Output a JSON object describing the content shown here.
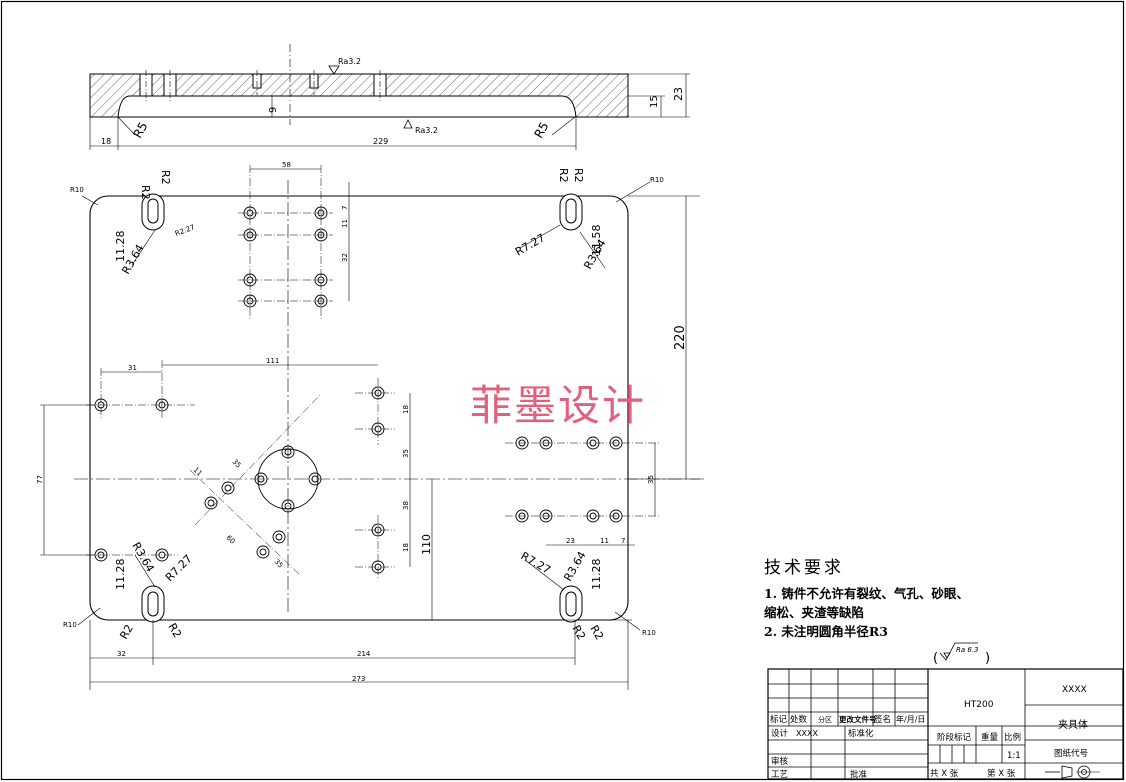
{
  "watermark": "菲墨设计",
  "technical_requirements": {
    "heading": "技术要求",
    "items": [
      "1. 铸件不允许有裂纹、气孔、砂眼、",
      "缩松、夹渣等缺陷",
      "2. 未注明圆角半径R3"
    ]
  },
  "roughness_default": "Ra 6.3",
  "section_view": {
    "roughness_top": "Ra3.2",
    "roughness_bottom": "Ra3.2",
    "dims": {
      "left": "18",
      "length": "229",
      "thickness": "23",
      "step": "15",
      "depth": "9",
      "radius_left": "R5",
      "radius_right": "R5"
    }
  },
  "plan_view": {
    "dims": {
      "total_width": "273",
      "slot_span": "214",
      "left_offset": "32",
      "top_offset": "58",
      "height": "220",
      "lower_height": "110",
      "left_span": "77",
      "hole_row": "111",
      "hole_col": "31",
      "v1": "7",
      "v2": "11",
      "v3": "32",
      "v4": "18",
      "v5": "35",
      "v6": "38",
      "v7": "18",
      "right_a": "23",
      "right_b": "11",
      "right_c": "7",
      "right_d": "35",
      "diag_a": "11",
      "diag_b": "35",
      "diag_c": "60",
      "diag_d": "35",
      "corner_radius": "R10",
      "tl_r1": "R2",
      "tl_r2": "R2",
      "tl_len": "11.28",
      "tl_r3": "R3.64",
      "tl_r4": "R2.27",
      "tr_r1": "R2",
      "tr_r2": "R2",
      "tr_r3": "R7.27",
      "tr_len": "11.58",
      "tr_r4": "R3.64",
      "bl_len": "11.28",
      "bl_r1": "R3.64",
      "bl_r2": "R7.27",
      "bl_r3": "R2",
      "bl_r4": "R2",
      "br_r1": "R7.27",
      "br_r2": "R3.64",
      "br_len": "11.28",
      "br_r3": "R2",
      "br_r4": "R2"
    }
  },
  "title_block": {
    "material": "HT200",
    "company": "XXXX",
    "part_name": "夹具体",
    "drawing_no_label": "图纸代号",
    "scale": "1:1",
    "header": [
      "标记",
      "处数",
      "分区",
      "更改文件号",
      "签名",
      "年/月/日"
    ],
    "rows": {
      "design": "设计",
      "designer": "XXXX",
      "standardize": "标准化",
      "review": "审核",
      "process": "工艺",
      "approve": "批准"
    },
    "stage_mark": "阶段标记",
    "weight": "重量",
    "ratio": "比例",
    "sheet_total": "共 X 张",
    "sheet_no": "第 X 张"
  }
}
